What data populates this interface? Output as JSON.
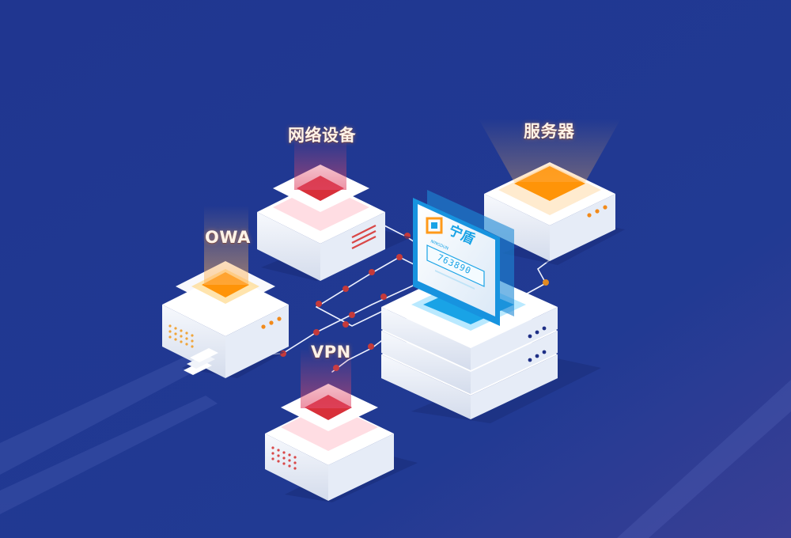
{
  "labels": {
    "network_device": "网络设备",
    "server": "服务器",
    "owa": "OWA",
    "vpn": "VPN"
  },
  "monitor": {
    "brand": "宁盾",
    "brand_pinyin": "NINGDUN",
    "otp_code": "763890"
  },
  "colors": {
    "background": "#1f3691",
    "accent_orange": "#ff9408",
    "accent_red": "#d8303a",
    "screen_blue": "#19a3e6",
    "link_node": "#c53a3a"
  }
}
